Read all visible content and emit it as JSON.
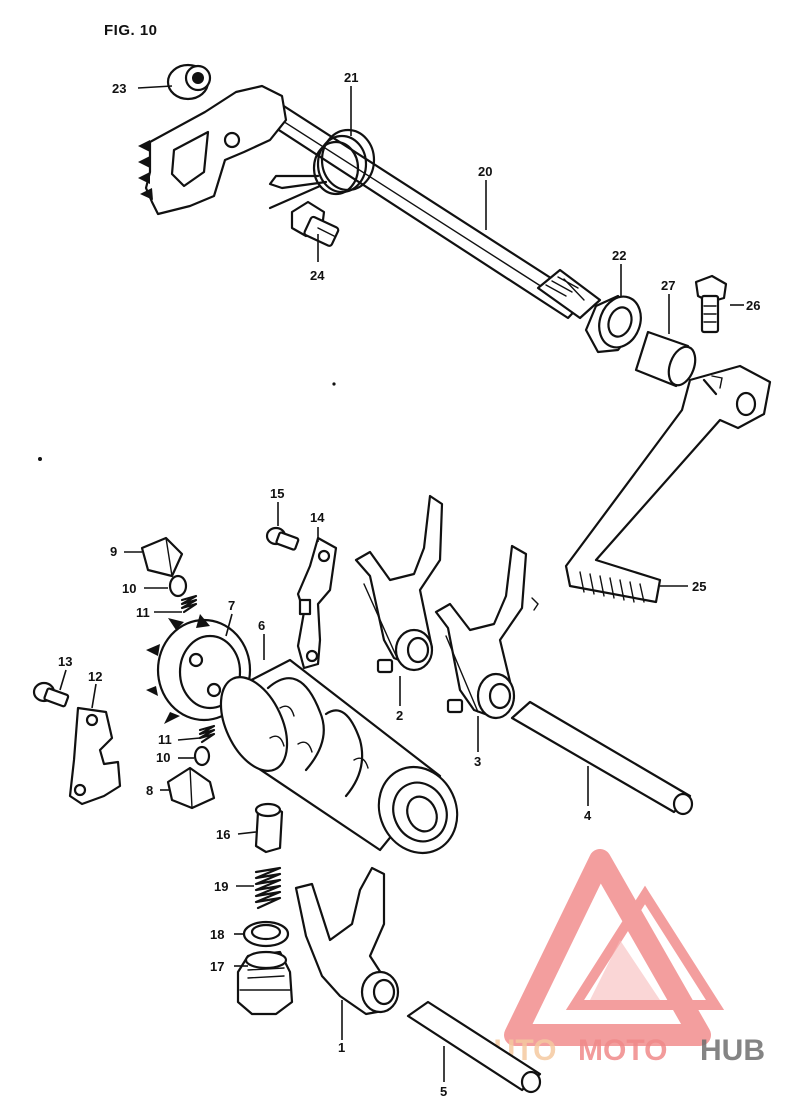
{
  "figure": {
    "title": "FIG. 10"
  },
  "callouts": [
    {
      "id": "23",
      "label": "23"
    },
    {
      "id": "21",
      "label": "21"
    },
    {
      "id": "20",
      "label": "20"
    },
    {
      "id": "24",
      "label": "24"
    },
    {
      "id": "22",
      "label": "22"
    },
    {
      "id": "27",
      "label": "27"
    },
    {
      "id": "26",
      "label": "26"
    },
    {
      "id": "25",
      "label": "25"
    },
    {
      "id": "15",
      "label": "15"
    },
    {
      "id": "14",
      "label": "14"
    },
    {
      "id": "9",
      "label": "9"
    },
    {
      "id": "10a",
      "label": "10"
    },
    {
      "id": "11a",
      "label": "11"
    },
    {
      "id": "7",
      "label": "7"
    },
    {
      "id": "6",
      "label": "6"
    },
    {
      "id": "13",
      "label": "13"
    },
    {
      "id": "12",
      "label": "12"
    },
    {
      "id": "11b",
      "label": "11"
    },
    {
      "id": "10b",
      "label": "10"
    },
    {
      "id": "8",
      "label": "8"
    },
    {
      "id": "2",
      "label": "2"
    },
    {
      "id": "3",
      "label": "3"
    },
    {
      "id": "4",
      "label": "4"
    },
    {
      "id": "16",
      "label": "16"
    },
    {
      "id": "19",
      "label": "19"
    },
    {
      "id": "18",
      "label": "18"
    },
    {
      "id": "17",
      "label": "17"
    },
    {
      "id": "1",
      "label": "1"
    },
    {
      "id": "5",
      "label": "5"
    }
  ],
  "watermark": {
    "word_a": "AUTO",
    "word_b": "MOTO",
    "word_c": "HUB",
    "color_a": "#f5c9a0",
    "color_b": "#f08a8a",
    "color_c": "#6f6f6f"
  },
  "colors": {
    "line": "#111111",
    "logo": "#f07e7e"
  }
}
